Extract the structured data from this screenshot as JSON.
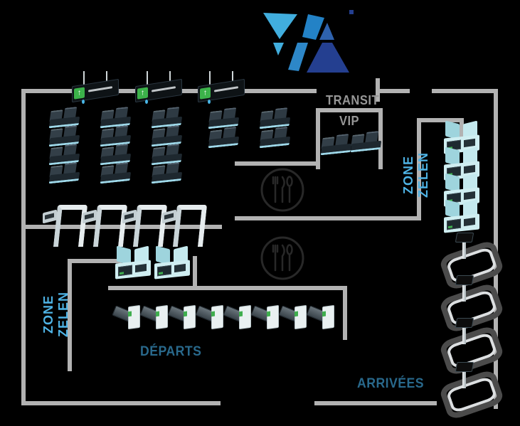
{
  "title": "Airport terminal floor plan",
  "colors": {
    "background": "#000000",
    "wall": "#b2b2b2",
    "zone_text": "#4eb3e5",
    "area_text": "#29698c",
    "gray_text": "#969696",
    "sign_green": "#3cb24a",
    "scanner_teal": "#cfeef1",
    "seat_dark": "#2e3a43",
    "belt_gray": "#4b4b4b",
    "logo_light": "#41aede",
    "logo_mid": "#2d87c8",
    "logo_mid2": "#2382c6",
    "logo_step": "#2e62ae",
    "logo_dark": "#243f90"
  },
  "areas": {
    "transit": {
      "label": "TRANSIT"
    },
    "vip": {
      "label": "VIP"
    },
    "zone_right": {
      "label": "ZONE ZELEN"
    },
    "zone_left": {
      "label": "ZONE ZELEN"
    },
    "departures": {
      "label": "DÉPARTS"
    },
    "arrivals": {
      "label": "ARRIVÉES"
    }
  },
  "signs": {
    "arrow_glyph": "↑",
    "count": 3
  },
  "equipment": {
    "overhead_signs": 3,
    "waiting_seat_pairs": 16,
    "vip_seat_pairs": 2,
    "restaurant_spots": 2,
    "security_gates": 4,
    "xray_scanners_security": 2,
    "xray_scanners_arrivals": 4,
    "boarding_desks": 8,
    "baggage_carousels": 4
  },
  "icon_names": [
    "via-logo",
    "departures-sign-icon",
    "green-arrow-icon",
    "waiting-seats-icon",
    "vip-seats-icon",
    "restaurant-icon",
    "security-gate-icon",
    "xray-scanner-icon",
    "boarding-desk-icon",
    "baggage-carousel-icon"
  ]
}
